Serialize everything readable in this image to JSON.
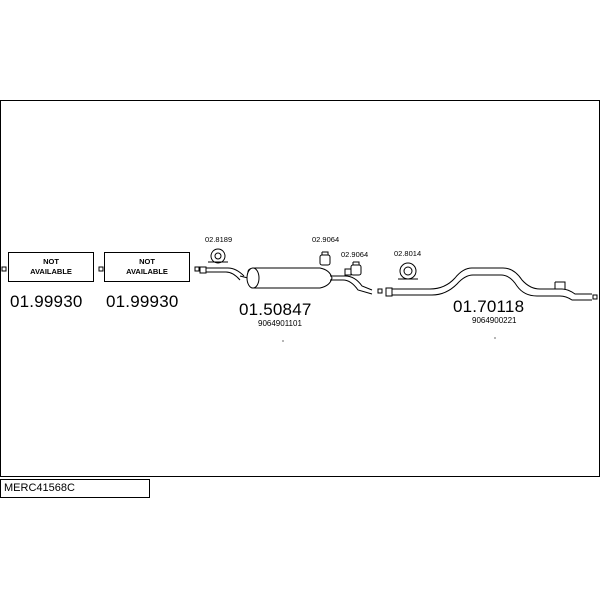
{
  "diagram": {
    "reference": "MERC41568C",
    "parts": [
      {
        "label": "NOT\nAVAILABLE",
        "code": "01.99930"
      },
      {
        "label": "NOT\nAVAILABLE",
        "code": "01.99930"
      },
      {
        "code": "01.50847",
        "oem": "9064901101"
      },
      {
        "code": "01.70118",
        "oem": "9064900221"
      }
    ],
    "accessories": [
      {
        "code": "02.8189",
        "icon": "clamp-icon"
      },
      {
        "code": "02.9064",
        "icon": "rubber-mount-icon"
      },
      {
        "code": "02.9064",
        "icon": "rubber-mount-icon"
      },
      {
        "code": "02.8014",
        "icon": "clamp-icon"
      }
    ]
  }
}
